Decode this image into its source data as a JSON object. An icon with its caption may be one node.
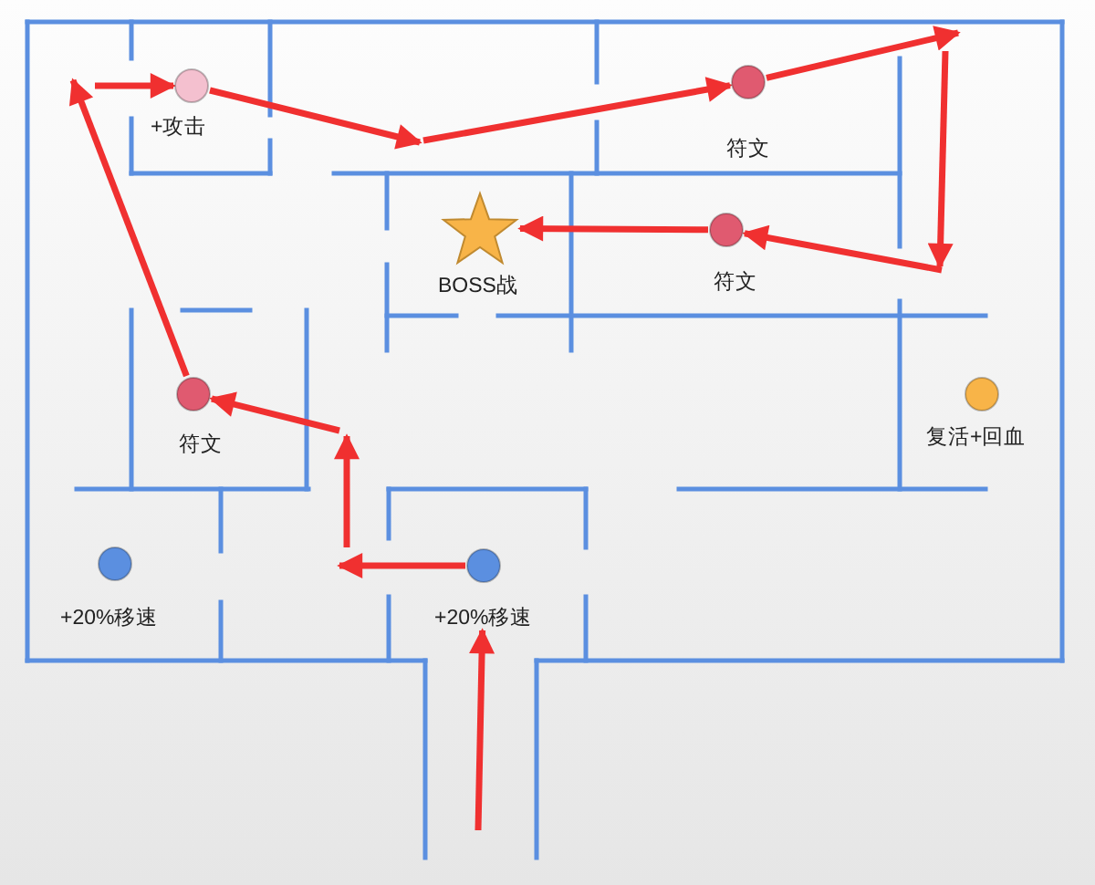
{
  "diagram": {
    "nodes": [
      {
        "text": [
          "+攻击"
        ]
      },
      {
        "text": [
          "符文"
        ]
      },
      {
        "text": [
          "BOSS战"
        ]
      },
      {
        "text": [
          "符文"
        ]
      },
      {
        "text": [
          "符文"
        ]
      },
      {
        "text": [
          "复活+回血"
        ]
      },
      {
        "text": [
          "+20%移速"
        ]
      },
      {
        "text": [
          "+20%移速"
        ]
      }
    ],
    "edges": [
      {
        "from": null,
        "to": 7,
        "arrow": "to"
      },
      {
        "from": 7,
        "to": null,
        "arrow": "to"
      },
      {
        "from": null,
        "to": 4,
        "arrow": "to"
      },
      {
        "from": 4,
        "to": null,
        "arrow": "to"
      },
      {
        "from": null,
        "to": 0,
        "arrow": "to"
      },
      {
        "from": 0,
        "to": null,
        "arrow": "to"
      },
      {
        "from": null,
        "to": 1,
        "arrow": "to"
      },
      {
        "from": 1,
        "to": null,
        "arrow": "to"
      },
      {
        "from": null,
        "to": 3,
        "arrow": "to"
      },
      {
        "from": 3,
        "to": 2,
        "arrow": "to"
      }
    ]
  }
}
